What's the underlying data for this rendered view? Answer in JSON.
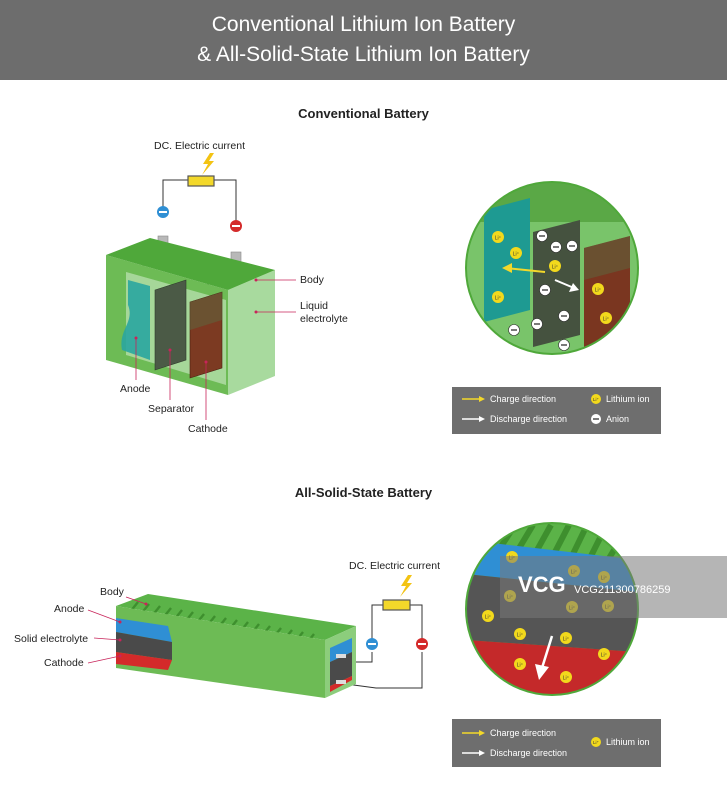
{
  "header": {
    "title_line1": "Conventional Lithium Ion Battery",
    "title_line2": "& All-Solid-State Lithium Ion Battery"
  },
  "conventional": {
    "section_title": "Conventional Battery",
    "current_label": "DC. Electric current",
    "labels": {
      "body": "Body",
      "liquid_line1": "Liquid",
      "liquid_line2": "electrolyte",
      "anode": "Anode",
      "separator": "Separator",
      "cathode": "Cathode"
    },
    "ion_symbol": "Li⁺",
    "legend": {
      "charge": "Charge direction",
      "discharge": "Discharge direction",
      "lithium_ion": "Lithium ion",
      "anion": "Anion"
    }
  },
  "solid_state": {
    "section_title": "All-Solid-State Battery",
    "current_label": "DC. Electric current",
    "labels": {
      "body": "Body",
      "anode": "Anode",
      "solid_electrolyte": "Solid electrolyte",
      "cathode": "Cathode"
    },
    "ion_symbol": "Li⁺",
    "legend": {
      "charge": "Charge direction",
      "discharge": "Discharge direction",
      "lithium_ion": "Lithium ion"
    }
  },
  "watermark": {
    "logo": "VCG",
    "id": "VCG211300786259"
  },
  "colors": {
    "banner": "#6d6d6d",
    "green": "#5fb84a",
    "negative_terminal": "#2f8fd4",
    "positive_terminal": "#d42a2a",
    "lithium_ion": "#f2d91c",
    "legend_bg": "#6e6e6e",
    "leader_line": "#c8245a"
  }
}
